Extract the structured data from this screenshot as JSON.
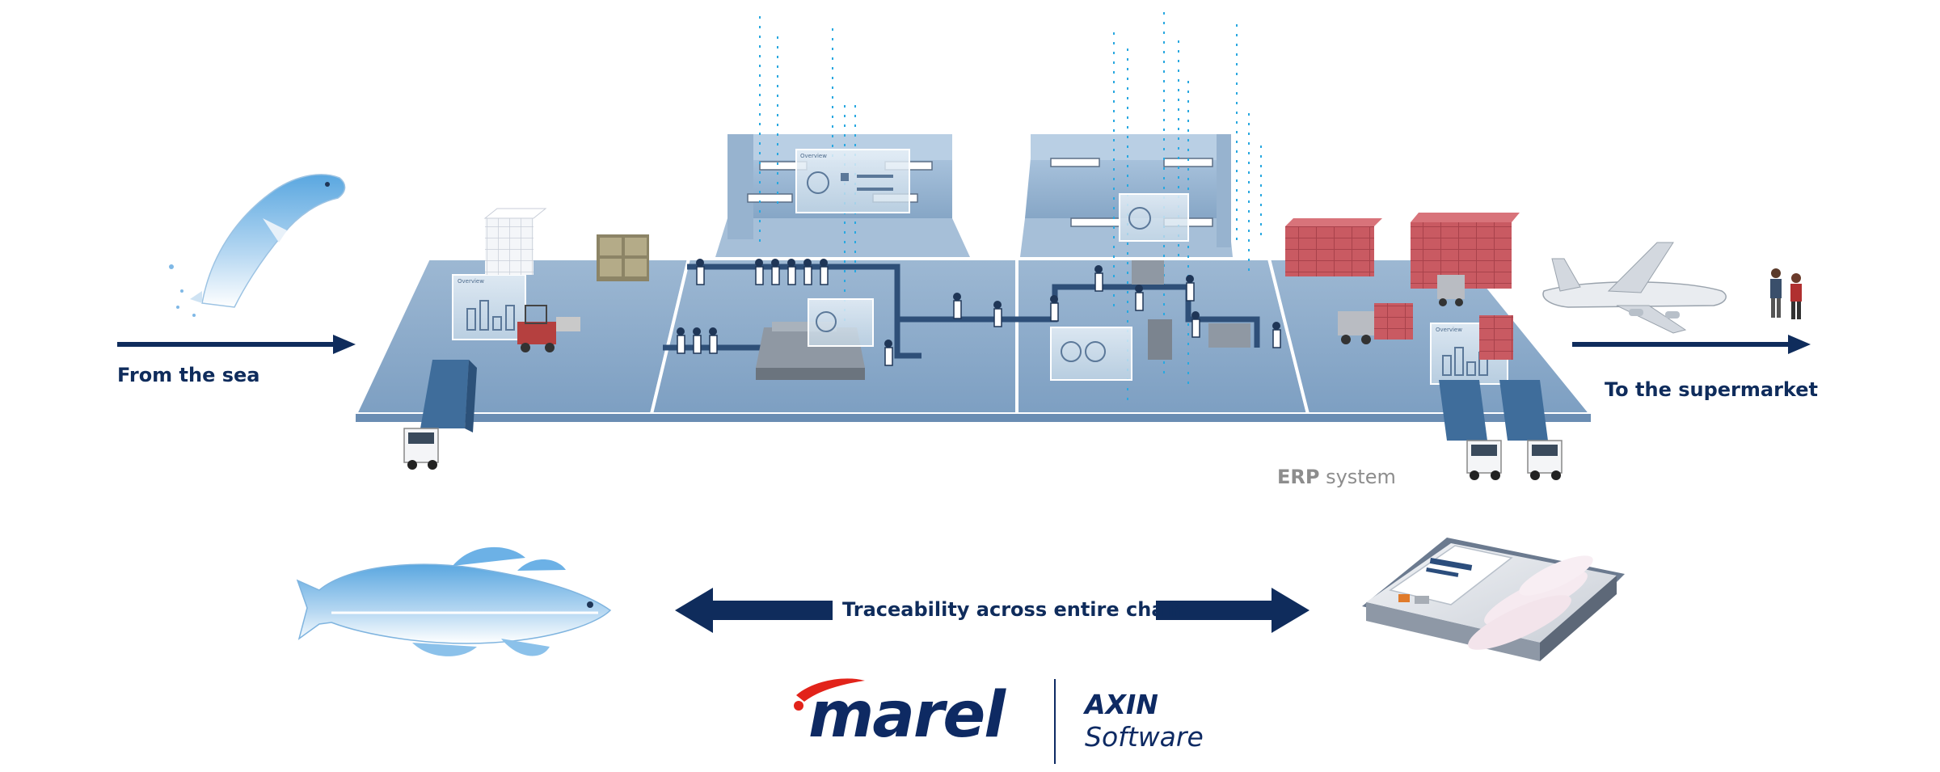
{
  "labels": {
    "from_sea": "From the sea",
    "to_supermarket": "To the supermarket",
    "erp_bold": "ERP",
    "erp_rest": " system",
    "traceability": "Traceability across entire chain"
  },
  "screens": {
    "panel_title": "Overview"
  },
  "logo": {
    "brand": "marel",
    "product_line1": "AXIN",
    "product_line2": "Software"
  },
  "colors": {
    "navy": "#0f2c5c",
    "floor": "#7fa2c4",
    "floor_light": "#a9c0d8",
    "brand_red": "#e2231a",
    "erp_gray": "#8d8d8d",
    "data_stream": "#29a8e0"
  },
  "icons": [
    "jumping-salmon-icon",
    "cod-fish-icon",
    "fish-fillet-package-icon",
    "truck-icon",
    "airplane-icon",
    "forklift-icon",
    "crate-stack-icon",
    "pallet-stack-icon",
    "worker-icon",
    "people-icon",
    "dashboard-screen-icon",
    "arrow-right-icon",
    "double-arrow-icon"
  ]
}
